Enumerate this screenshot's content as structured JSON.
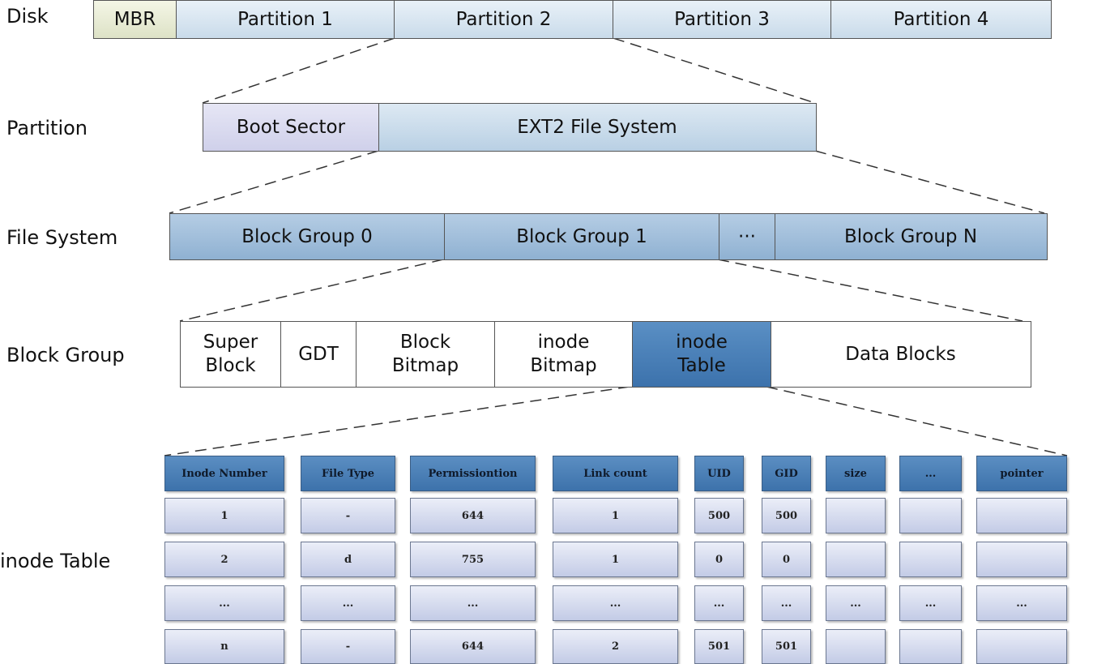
{
  "rows": {
    "disk": "Disk",
    "partition": "Partition",
    "file_system": "File System",
    "block_group": "Block Group",
    "inode_table": "inode Table"
  },
  "disk": [
    "MBR",
    "Partition 1",
    "Partition 2",
    "Partition 3",
    "Partition 4"
  ],
  "partition": [
    "Boot Sector",
    "EXT2 File System"
  ],
  "file_system": [
    "Block Group 0",
    "Block Group 1",
    "···",
    "Block Group N"
  ],
  "block_group": [
    {
      "line1": "Super",
      "line2": "Block"
    },
    {
      "line1": "GDT",
      "line2": ""
    },
    {
      "line1": "Block",
      "line2": "Bitmap"
    },
    {
      "line1": "inode",
      "line2": "Bitmap"
    },
    {
      "line1": "inode",
      "line2": "Table"
    },
    {
      "line1": "Data Blocks",
      "line2": ""
    }
  ],
  "table": {
    "headers": [
      "Inode Number",
      "File Type",
      "Permissiontion",
      "Link count",
      "UID",
      "GID",
      "size",
      "...",
      "pointer"
    ],
    "rows": [
      [
        "1",
        "-",
        "644",
        "1",
        "500",
        "500",
        "",
        "",
        ""
      ],
      [
        "2",
        "d",
        "755",
        "1",
        "0",
        "0",
        "",
        "",
        ""
      ],
      [
        "...",
        "...",
        "...",
        "...",
        "...",
        "...",
        "...",
        "...",
        "..."
      ],
      [
        "n",
        "-",
        "644",
        "2",
        "501",
        "501",
        "",
        "",
        ""
      ]
    ]
  },
  "colors": {
    "fs_fill": "#9fbfdd",
    "highlight": "#4a80b8",
    "table_header": "#4d82bb",
    "table_cell": "#d4daee"
  }
}
